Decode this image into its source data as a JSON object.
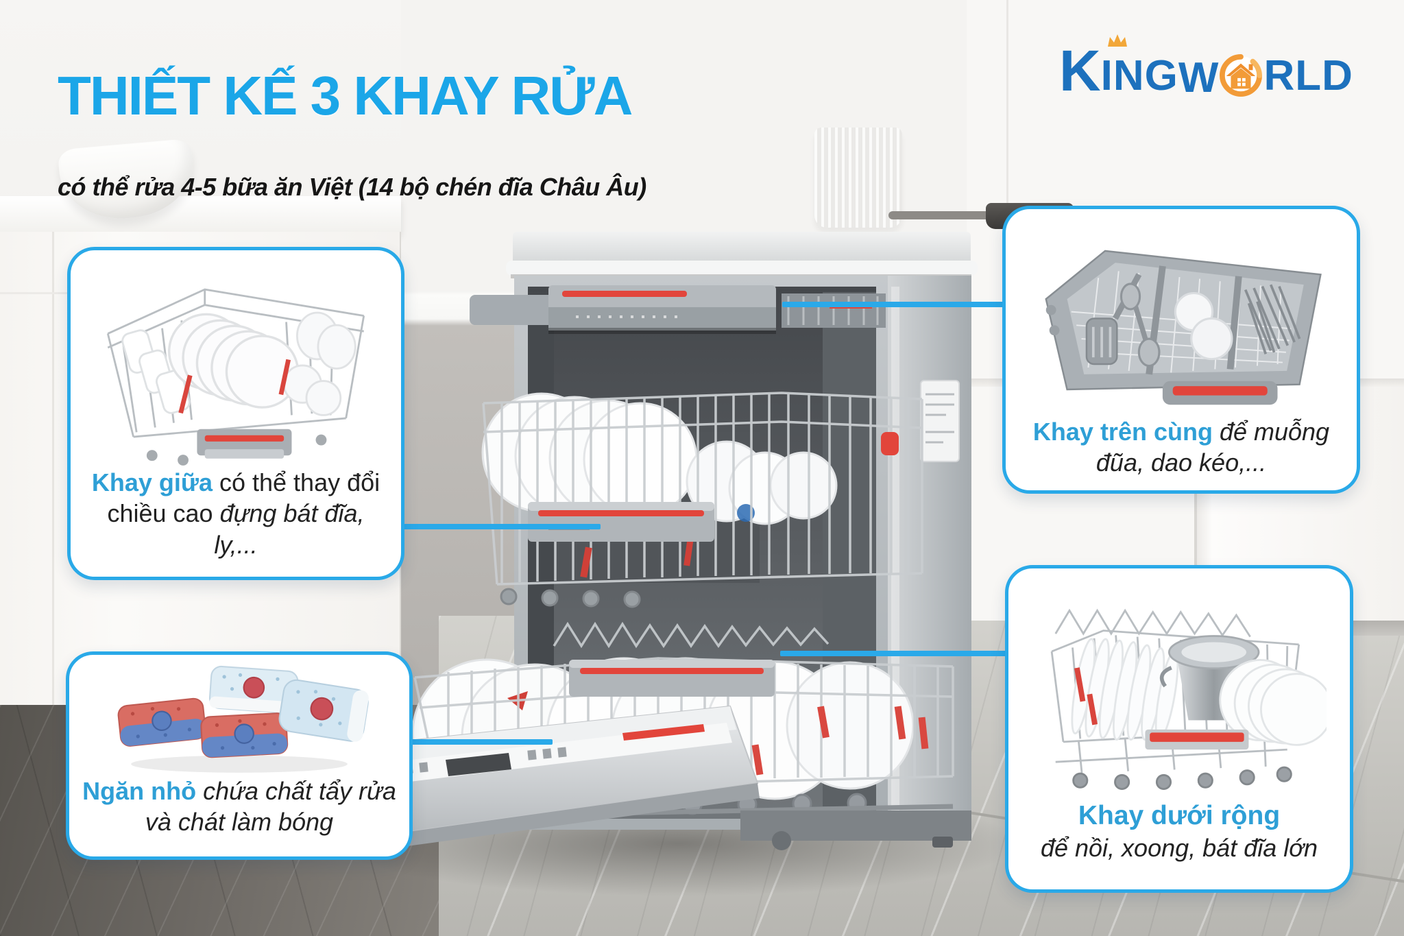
{
  "header": {
    "title": "THIẾT KẾ 3 KHAY RỬA",
    "subtitle": "có thể rửa 4-5 bữa ăn Việt (14 bộ chén đĩa Châu Âu)"
  },
  "logo": {
    "k": "K",
    "ing": "ING",
    "w": "W",
    "rld": "RLD",
    "alt": "KINGWORLD"
  },
  "callouts": {
    "middle": {
      "highlight": "Khay giữa",
      "normal": " có thể thay đổi chiều cao ",
      "italic": "đựng bát đĩa, ly,..."
    },
    "top": {
      "highlight": "Khay trên cùng",
      "italic": " để muỗng đũa, dao kéo,..."
    },
    "dispenser": {
      "highlight": "Ngăn nhỏ",
      "italic": " chứa chất tẩy rửa và chát làm bóng"
    },
    "bottom": {
      "highlight": "Khay dưới rộng",
      "italic": "để nồi, xoong, bát đĩa lớn"
    }
  },
  "colors": {
    "accent_blue": "#29a9e8",
    "title_blue": "#1ba6e8",
    "highlight_blue": "#2e9fd6",
    "text_dark": "#222222",
    "red_accent": "#e2453b",
    "logo_blue": "#1d71bd",
    "logo_orange": "#f29b38"
  }
}
